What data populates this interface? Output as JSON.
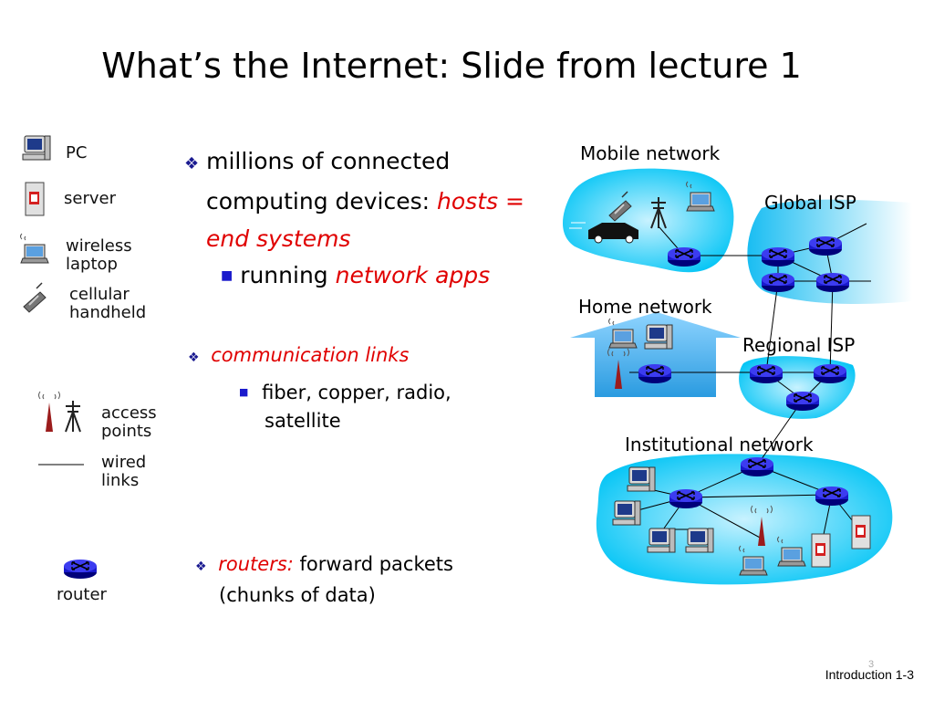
{
  "slide": {
    "title": "What’s the Internet: Slide from lecture 1",
    "footer": "Introduction 1-3",
    "slide_number": "3"
  },
  "legend": {
    "pc": "PC",
    "server": "server",
    "wireless_laptop_1": "wireless",
    "wireless_laptop_2": "laptop",
    "cellular_1": "cellular",
    "cellular_2": "handheld",
    "access_points_1": "access",
    "access_points_2": "points",
    "wired_links_1": "wired",
    "wired_links_2": "links",
    "router": "router"
  },
  "bullets": {
    "b1_line1": "millions of connected",
    "b1_line2_plain": "computing devices: ",
    "b1_line2_red": "hosts =",
    "b1_line3_red": "end systems",
    "b1_sub_plain": "running ",
    "b1_sub_red": "network apps",
    "b2_red": "communication links",
    "b2_sub_line1": "fiber, copper, radio,",
    "b2_sub_line2": "satellite",
    "b3_red": "routers:",
    "b3_plain": " forward packets",
    "b3_line2": "(chunks of data)"
  },
  "network_labels": {
    "mobile": "Mobile network",
    "global_isp": "Global ISP",
    "home": "Home network",
    "regional_isp": "Regional ISP",
    "institutional": "Institutional network"
  },
  "colors": {
    "cloud": "#00c4f5",
    "router": "#1a1acc",
    "bullet_red": "#e00000",
    "home_house": "#2aa7e8"
  }
}
